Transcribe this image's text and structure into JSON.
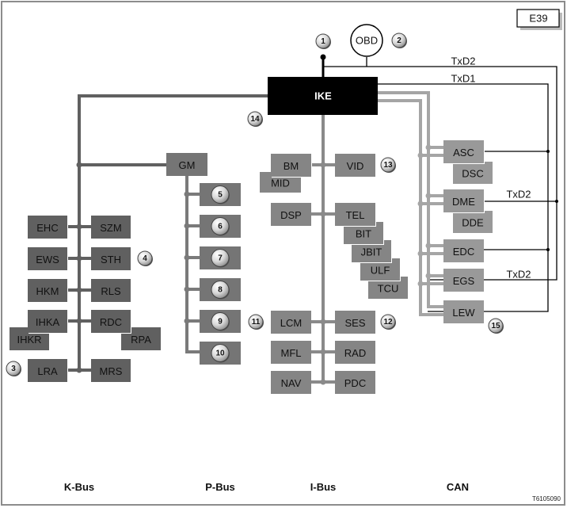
{
  "title_badge": "E39",
  "figure_id": "T6105090",
  "central_module": "IKE",
  "diagnostic": {
    "label": "OBD",
    "callout": "2"
  },
  "lines": {
    "txd2_top": "TxD2",
    "txd1_top": "TxD1",
    "txd2_dme": "TxD2",
    "txd2_egs": "TxD2"
  },
  "buses": {
    "k": "K-Bus",
    "p": "P-Bus",
    "i": "I-Bus",
    "can": "CAN"
  },
  "colors": {
    "kbus": "#606060",
    "pbus": "#757575",
    "ibus": "#858585",
    "can": "#999999",
    "ike": "#000000"
  },
  "kbus_modules": [
    "EHC",
    "SZM",
    "EWS",
    "STH",
    "HKM",
    "RLS",
    "IHKA",
    "RDC",
    "IHKR",
    "RPA",
    "LRA",
    "MRS"
  ],
  "pbus_gateway": "GM",
  "pbus_modules": [
    "5",
    "6",
    "7",
    "8",
    "9",
    "10"
  ],
  "ibus_modules": [
    "BM",
    "VID",
    "MID",
    "DSP",
    "TEL",
    "BIT",
    "JBIT",
    "ULF",
    "TCU",
    "LCM",
    "SES",
    "MFL",
    "RAD",
    "NAV",
    "PDC"
  ],
  "can_modules": [
    "ASC",
    "DSC",
    "DME",
    "DDE",
    "EDC",
    "EGS",
    "LEW"
  ],
  "callouts": {
    "c1": "1",
    "c3": "3",
    "c4": "4",
    "c11": "11",
    "c12": "12",
    "c13": "13",
    "c14": "14",
    "c15": "15"
  }
}
